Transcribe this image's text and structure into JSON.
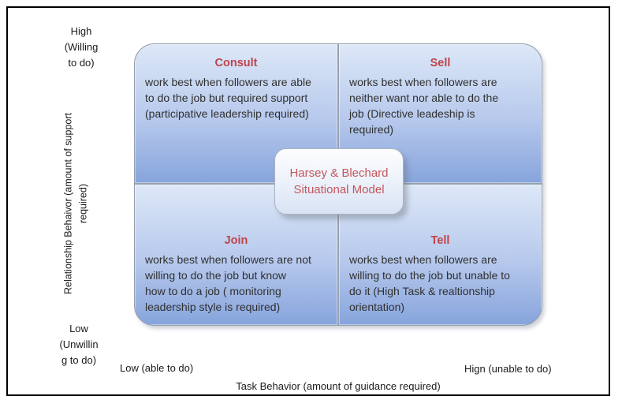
{
  "colors": {
    "accent_red": "#bf4349",
    "cell_gradient_top": "#dde8f8",
    "cell_gradient_bottom": "#86a4dc",
    "divider_gray": "#98a0ab",
    "outer_frame": "#000000",
    "center_box_top": "#fdfdfe",
    "center_box_bottom": "#d9e3f5"
  },
  "axis": {
    "y_high": "High\n(Willing\nto do)",
    "y_title": "Relationship Behaivor (amount of support\nrequired)",
    "y_low": "Low\n(Unwillin\ng to do)",
    "x_low": "Low (able to do)",
    "x_high": "Hign (unable to do)",
    "x_title": "Task Behavior (amount of guidance required)"
  },
  "center_box": {
    "text": "Harsey & Blechard\nSituational Model"
  },
  "quadrants": [
    {
      "key": "consult",
      "title": "Consult",
      "body": "work best when followers are able\nto do the job but required support\n(participative leadership required)"
    },
    {
      "key": "sell",
      "title": "Sell",
      "body": "works best when followers are\nneither want nor able to do the\njob (Directive leadeship is\nrequired)"
    },
    {
      "key": "join",
      "title": "Join",
      "body": "works best when followers are not\nwilling to do the job but know\nhow to do a job ( monitoring\nleadership style is required)"
    },
    {
      "key": "tell",
      "title": "Tell",
      "body": "works best when followers are\nwilling to do the job but unable to\ndo it (High Task & realtionship\norientation)"
    }
  ]
}
